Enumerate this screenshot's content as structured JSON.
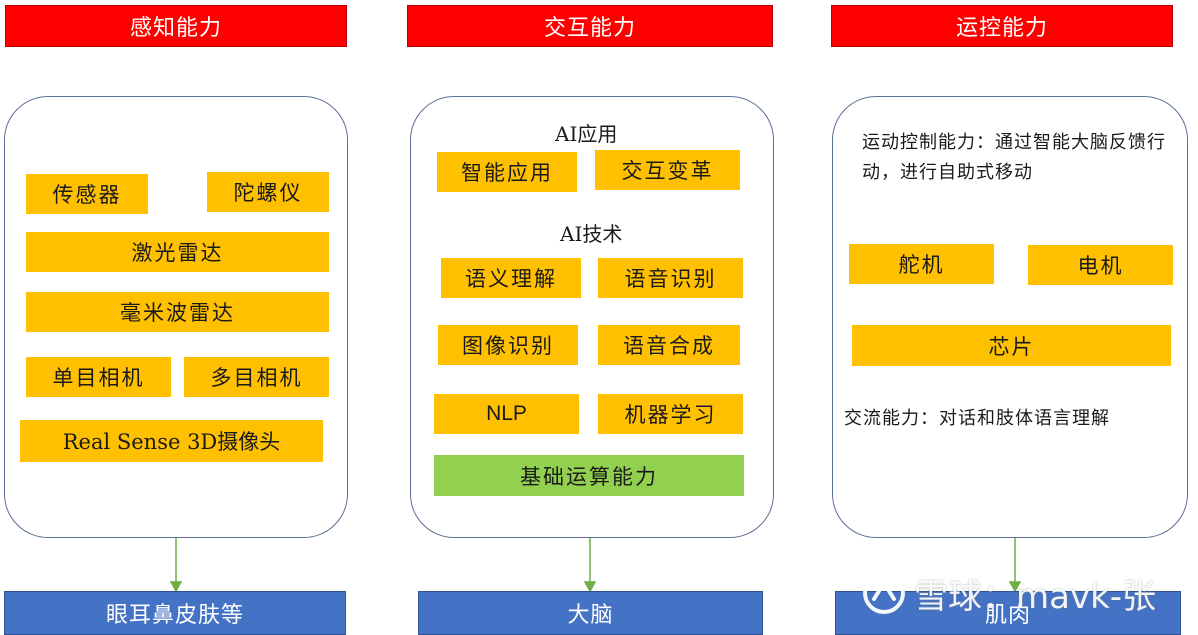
{
  "headers": {
    "perception": "感知能力",
    "interaction": "交互能力",
    "motion": "运控能力"
  },
  "footers": {
    "perception": "眼耳鼻皮肤等",
    "interaction": "大脑",
    "motion": "肌肉"
  },
  "perception": {
    "items": [
      "传感器",
      "陀螺仪",
      "激光雷达",
      "毫米波雷达",
      "单目相机",
      "多目相机",
      "Real Sense 3D摄像头"
    ]
  },
  "interaction": {
    "ai_app_title": "AI应用",
    "ai_app_items": [
      "智能应用",
      "交互变革"
    ],
    "ai_tech_title": "AI技术",
    "ai_tech_items": [
      "语义理解",
      "语音识别",
      "图像识别",
      "语音合成",
      "NLP",
      "机器学习"
    ],
    "base": "基础运算能力"
  },
  "motion": {
    "motion_control_text": "运动控制能力：通过智能大脑反馈行动，进行自助式移动",
    "items": [
      "舵机",
      "电机",
      "芯片"
    ],
    "communication_text": "交流能力：对话和肢体语言理解"
  },
  "watermark": {
    "text": "雪球：mavk-张",
    "icon": "xueqiu-logo-icon"
  },
  "colors": {
    "header": "#ff0000",
    "footer": "#4472c4",
    "chip": "#ffc000",
    "base_chip": "#92d050",
    "arrow": "#70ad47"
  }
}
